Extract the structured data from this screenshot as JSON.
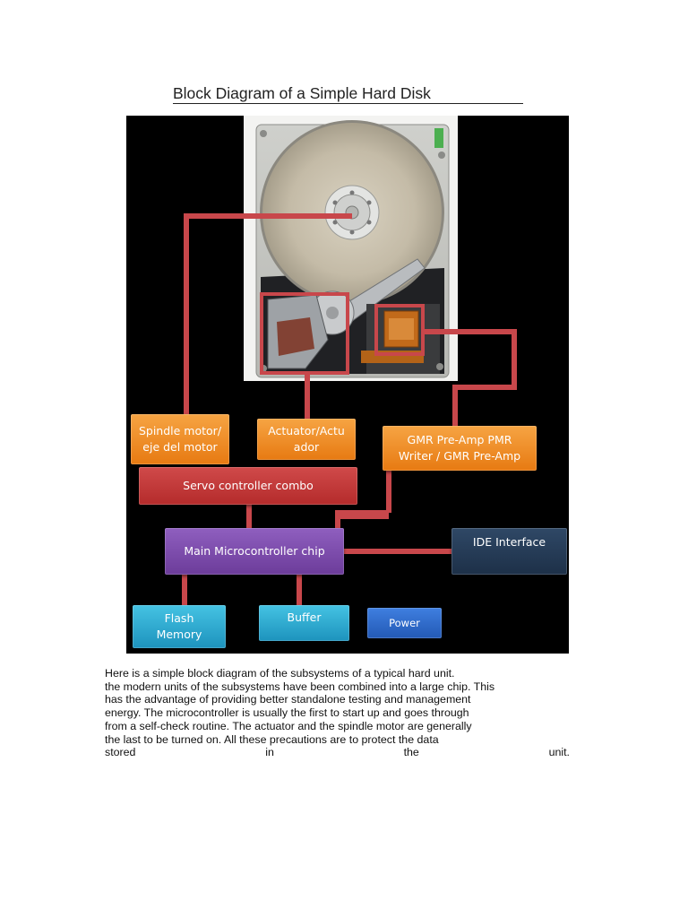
{
  "title": "Block Diagram of a Simple Hard Disk",
  "diagram": {
    "boxes": {
      "spindle": [
        "Spindle motor/",
        "eje del motor"
      ],
      "actuator": [
        "Actuator/Actu",
        "ador"
      ],
      "gmr": [
        "GMR Pre-Amp PMR",
        "Writer / GMR Pre-Amp"
      ],
      "servo": "Servo controller combo",
      "mcu": "Main Microcontroller chip",
      "ide": "IDE Interface",
      "flash": [
        "Flash",
        "Memory"
      ],
      "buffer": "Buffer",
      "power": "Power"
    },
    "colors": {
      "connector": "#c8474b",
      "orange": "#ef8b24",
      "red": "#c23a3a",
      "purple": "#7d4cad",
      "navy": "#263c58",
      "cyan": "#2fadd4",
      "blue": "#3068c8"
    }
  },
  "paragraph": {
    "lines": [
      "Here is a simple block diagram of the subsystems of a typical hard unit.",
      "the modern units of the subsystems have been combined into a large chip. This",
      "has the advantage of providing better standalone testing and management",
      "energy. The microcontroller is usually the first to start up and goes through",
      "from a self-check routine. The actuator and the spindle motor are generally",
      "the last to be turned on. All these precautions are to protect the data"
    ],
    "last_line": [
      "stored",
      "in",
      "the",
      "unit."
    ]
  }
}
